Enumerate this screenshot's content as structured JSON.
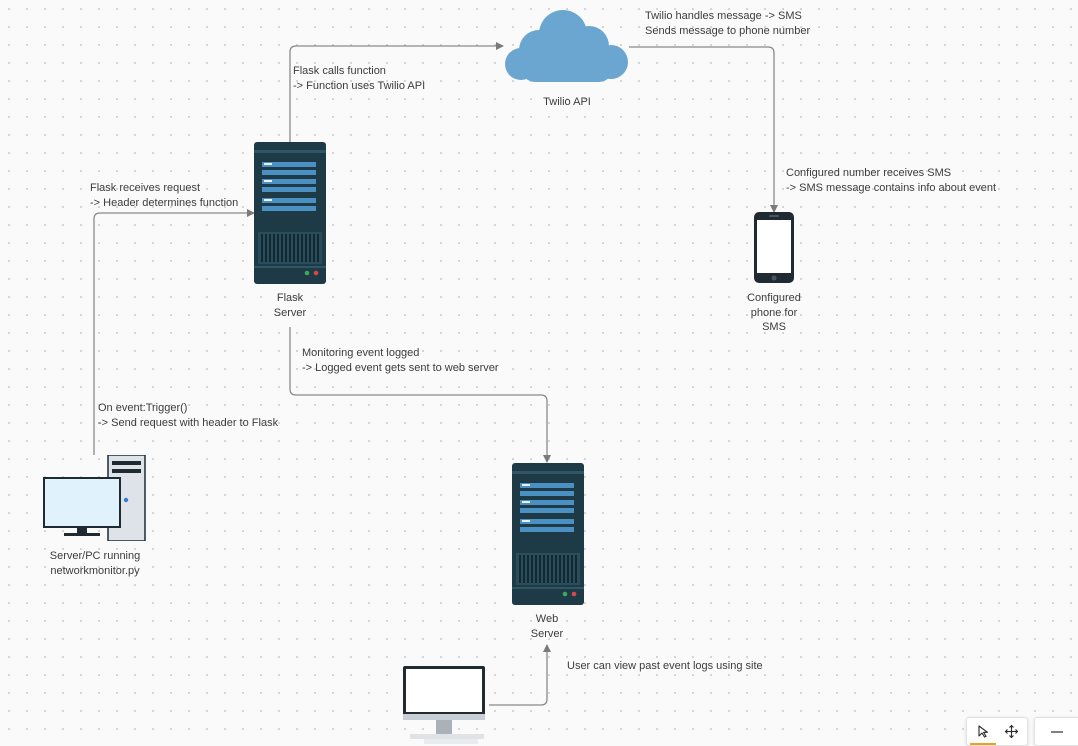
{
  "nodes": {
    "twilio": {
      "label": "Twilio API"
    },
    "flask": {
      "label_lines": [
        "Flask",
        "Server"
      ]
    },
    "phone": {
      "label_lines": [
        "Configured",
        "phone for",
        "SMS"
      ]
    },
    "pc": {
      "label_lines": [
        "Server/PC running",
        "networkmonitor.py"
      ]
    },
    "web": {
      "label_lines": [
        "Web",
        "Server"
      ]
    },
    "user_monitor": {
      "label": ""
    }
  },
  "edge_labels": {
    "twilio_sms": [
      "Twilio handles message -> SMS",
      "Sends message to phone number"
    ],
    "flask_calls": [
      "Flask calls function",
      "-> Function uses Twilio API"
    ],
    "flask_receives": [
      "Flask receives request",
      "-> Header determines function"
    ],
    "configured_number": [
      "Configured number receives SMS",
      "-> SMS message contains info about event"
    ],
    "monitoring": [
      "Monitoring event logged",
      "-> Logged event gets sent to web server"
    ],
    "on_event": [
      "On event:Trigger()",
      "-> Send request with header to Flask"
    ],
    "user_view": [
      "User can view past event logs using site"
    ]
  },
  "toolbar": {
    "select_tool": "pointer-icon",
    "pan_tool": "move-icon",
    "zoom_out": "minus-icon"
  },
  "colors": {
    "server_body": "#1f3a47",
    "server_accent": "#4a90c2",
    "cloud": "#6aa6d0",
    "connector": "#7a7a7a",
    "active_tool": "#f0a020"
  }
}
